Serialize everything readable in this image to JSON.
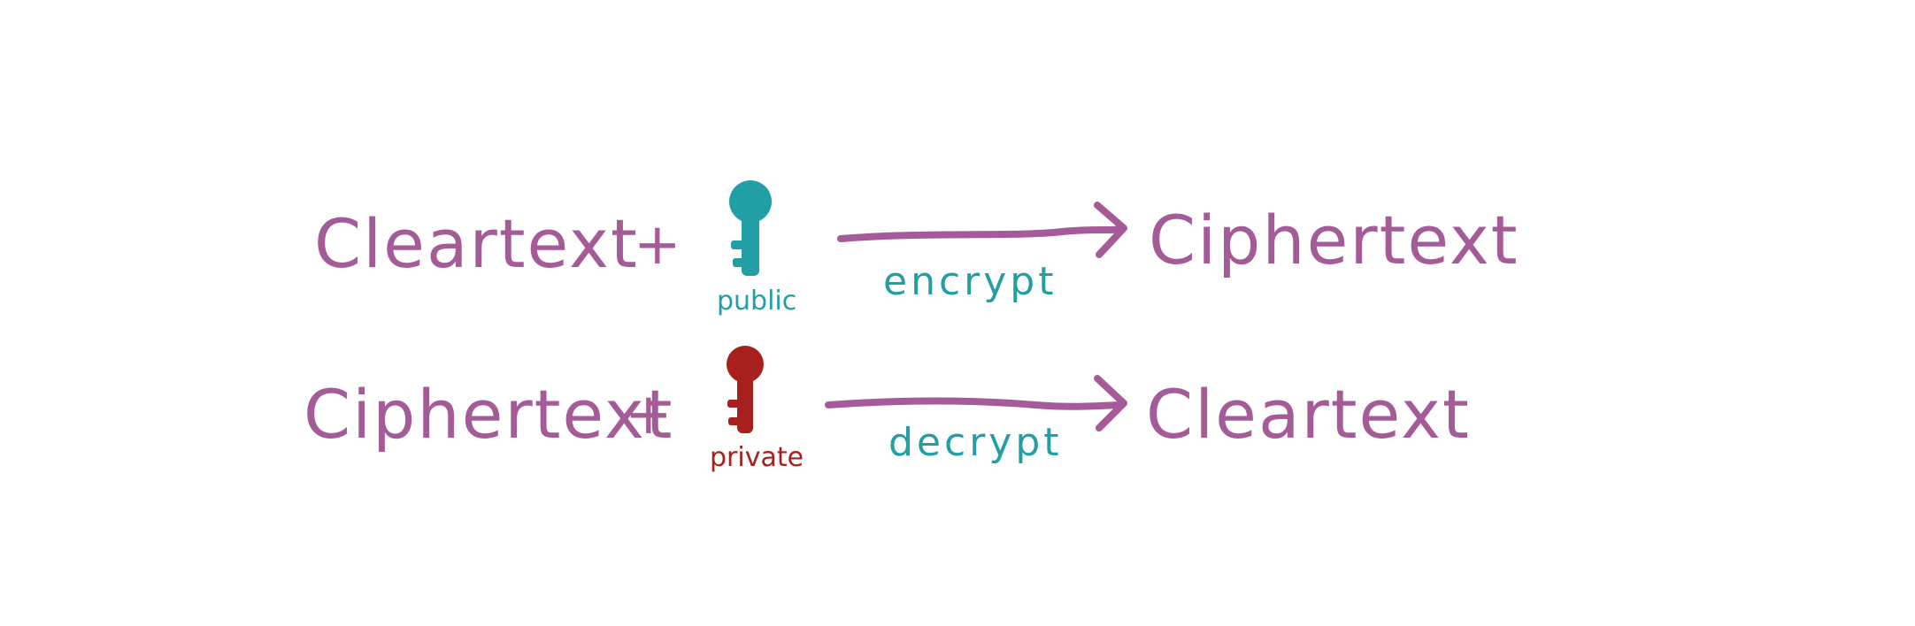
{
  "colors": {
    "text": "#a45b98",
    "public_key": "#229fa5",
    "private_key": "#a8201d",
    "operation": "#229fa5",
    "background": "#ffffff"
  },
  "rows": [
    {
      "input": "Cleartext",
      "plus": "+",
      "key": {
        "icon": "key-icon",
        "label": "public",
        "color": "#229fa5"
      },
      "operation": "encrypt",
      "output": "Ciphertext"
    },
    {
      "input": "Ciphertext",
      "plus": "+",
      "key": {
        "icon": "key-icon",
        "label": "private",
        "color": "#a8201d"
      },
      "operation": "decrypt",
      "output": "Cleartext"
    }
  ]
}
